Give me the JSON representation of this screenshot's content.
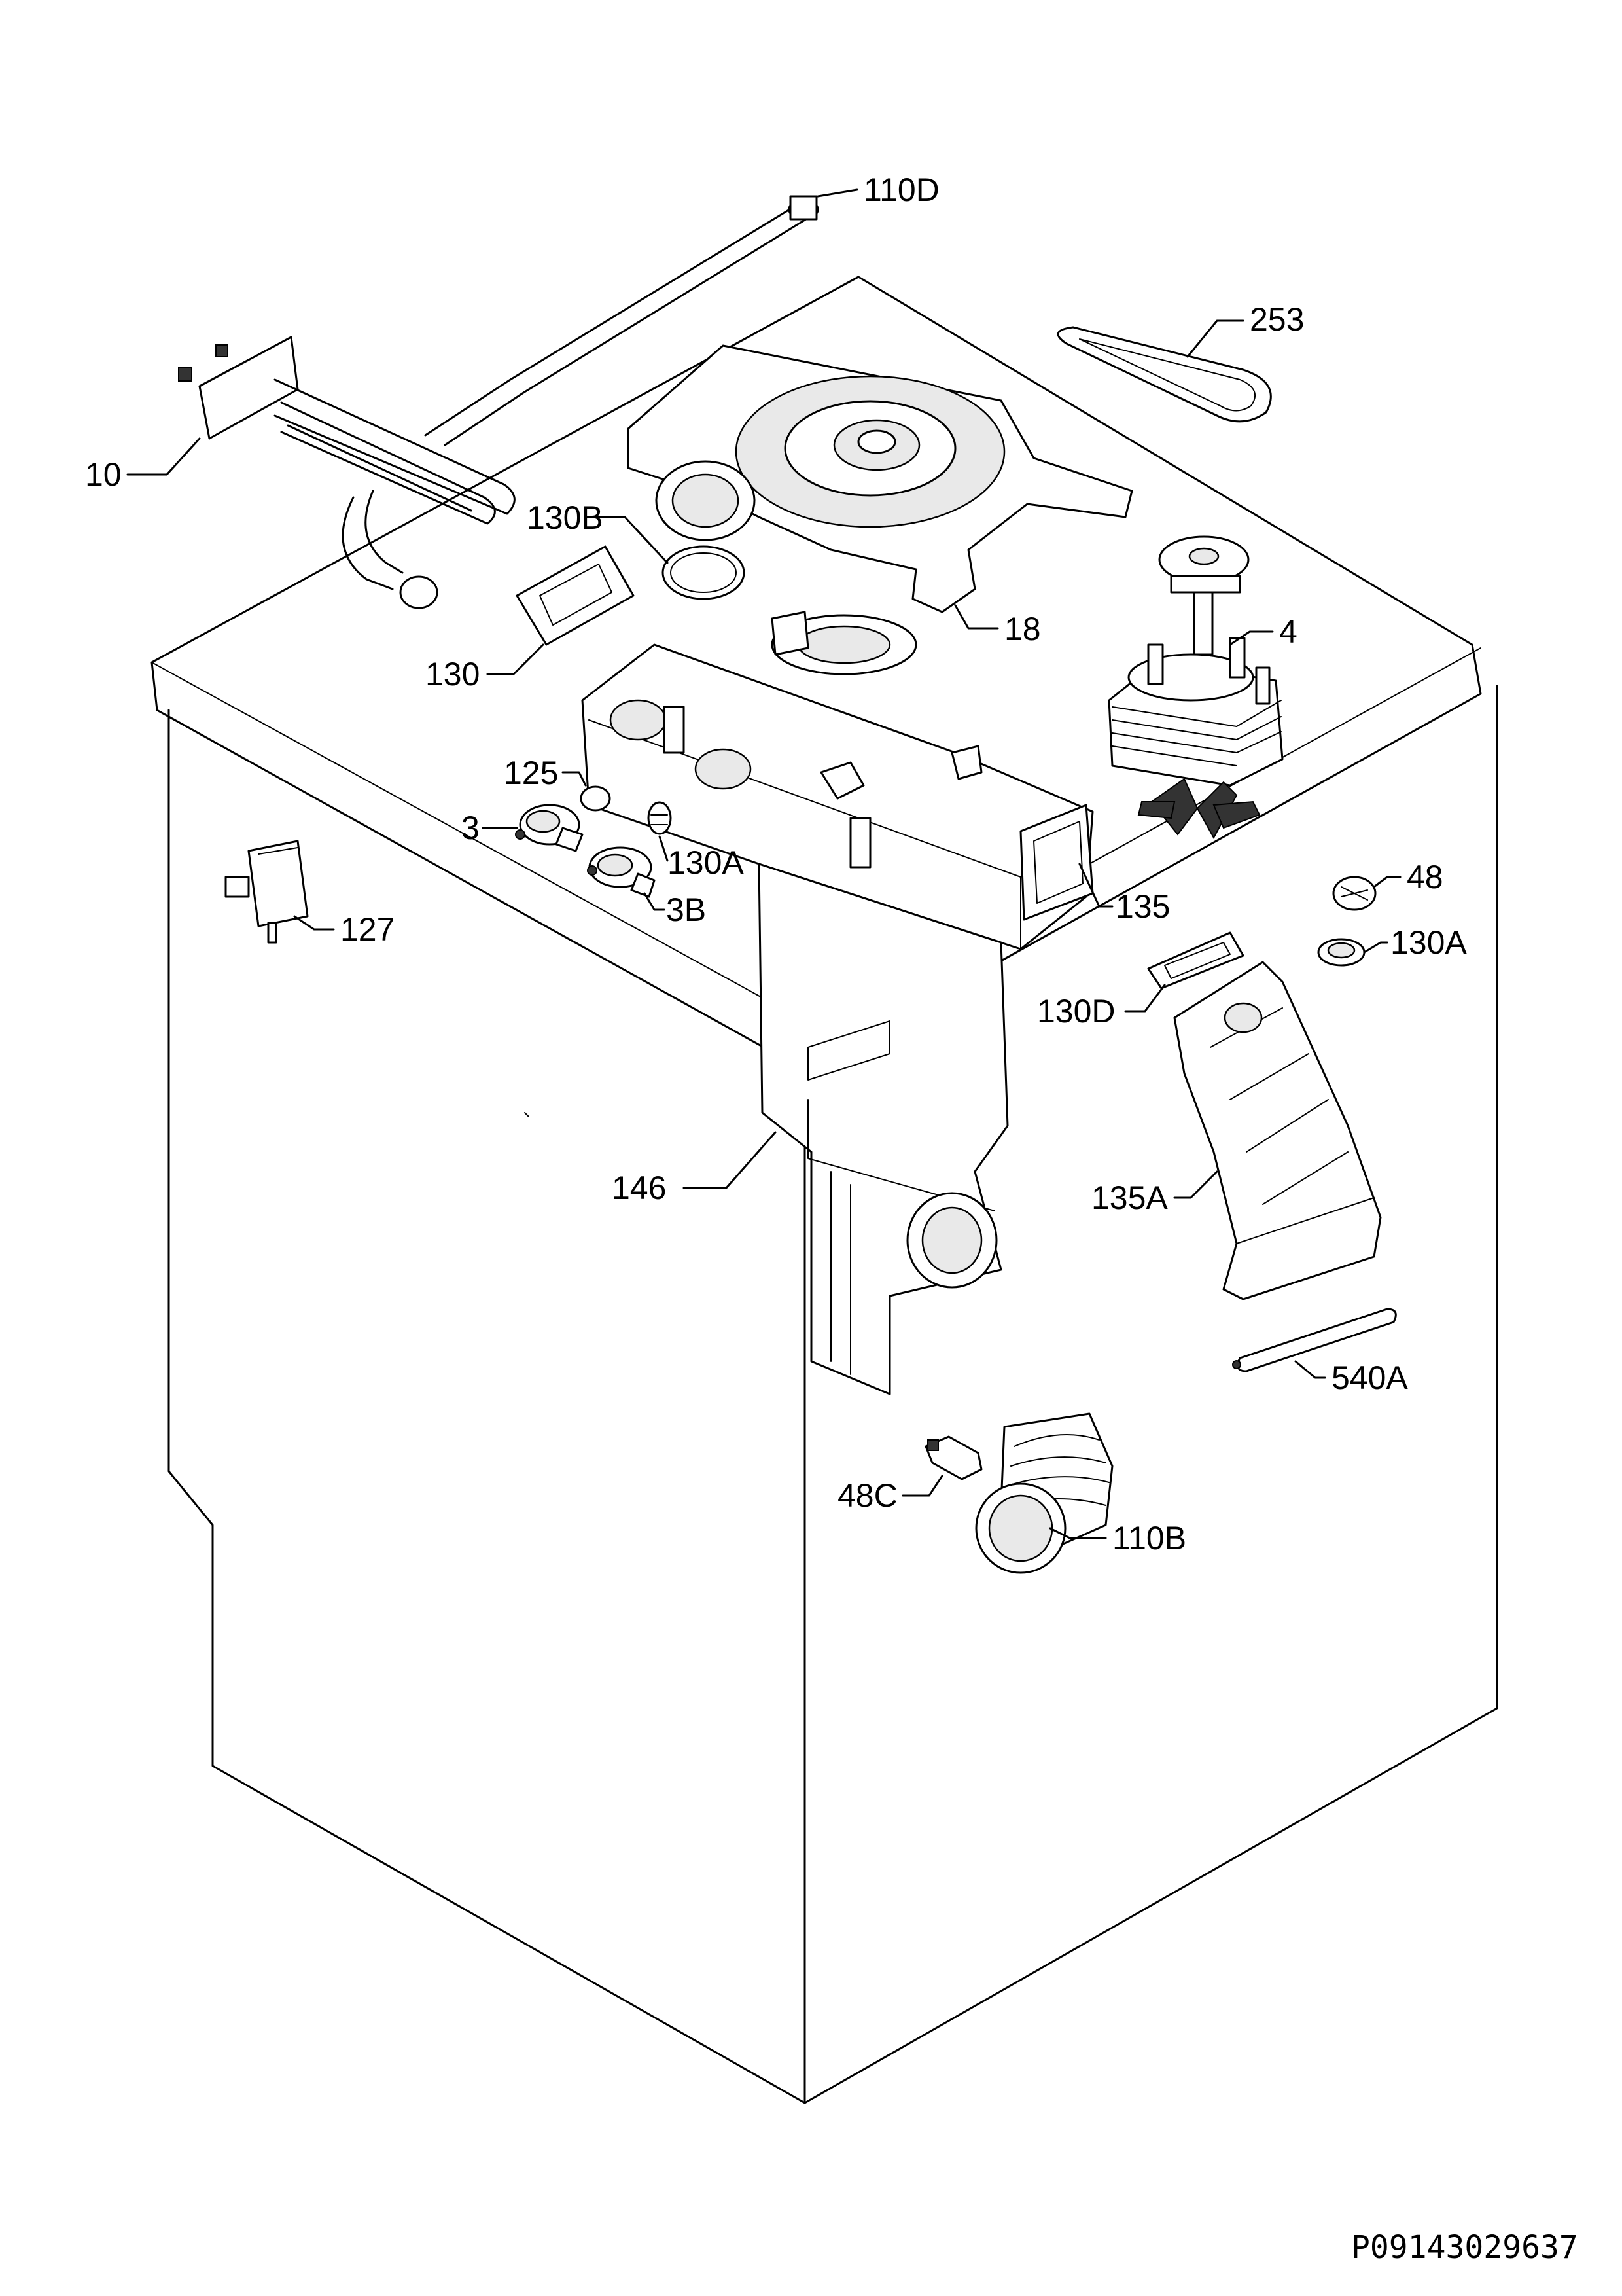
{
  "diagram": {
    "code": "P09143029637",
    "labels": {
      "p110D": "110D",
      "p253": "253",
      "p10": "10",
      "p130B": "130B",
      "p18": "18",
      "p4": "4",
      "p130": "130",
      "p125": "125",
      "p3": "3",
      "p130A_left": "130A",
      "p3B": "3B",
      "p135": "135",
      "p48": "48",
      "p130A_right": "130A",
      "p127": "127",
      "p130D": "130D",
      "p146": "146",
      "p135A": "135A",
      "p540A": "540A",
      "p48C": "48C",
      "p110B": "110B"
    }
  }
}
